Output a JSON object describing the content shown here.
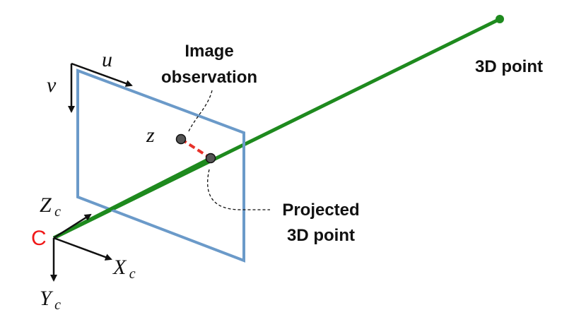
{
  "labels": {
    "image_observation_line1": "Image",
    "image_observation_line2": "observation",
    "three_d_point": "3D point",
    "projected_line1": "Projected",
    "projected_line2": "3D point",
    "z": "z",
    "u": "u",
    "v": "v",
    "camera": "C",
    "Z": "Z",
    "X": "X",
    "Y": "Y",
    "sub_c": "c"
  },
  "colors": {
    "image_plane": "#6b9ac9",
    "ray": "#1e8a1e",
    "error": "#e8322a",
    "camera_center": "#f01818",
    "axes": "#111111",
    "point_fill": "#555555"
  }
}
